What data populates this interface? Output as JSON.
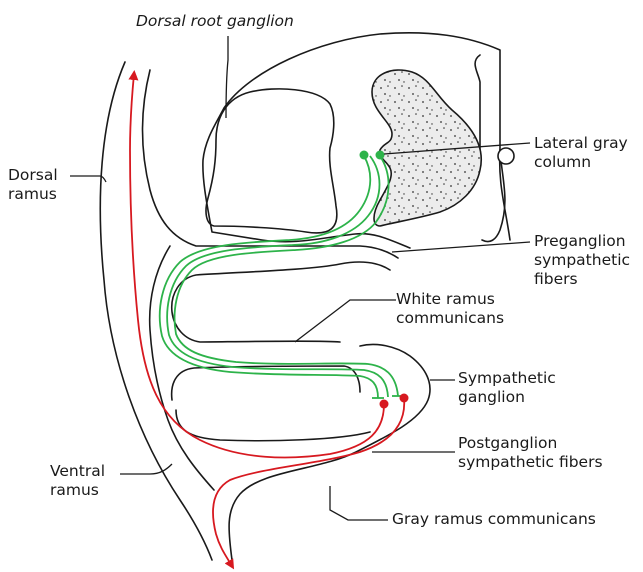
{
  "colors": {
    "preganglionic": "#2db34a",
    "postganglionic": "#d71920",
    "outline": "#1a1a1a",
    "gray_matter": "#e6e6e6"
  },
  "labels": {
    "dorsal_root_ganglion": "Dorsal root ganglion",
    "lateral_gray_column_1": "Lateral gray",
    "lateral_gray_column_2": "column",
    "dorsal_ramus_1": "Dorsal",
    "dorsal_ramus_2": "ramus",
    "preganglion_1": "Preganglion",
    "preganglion_2": "sympathetic",
    "preganglion_3": "fibers",
    "white_ramus_1": "White ramus",
    "white_ramus_2": "communicans",
    "sympathetic_ganglion_1": "Sympathetic",
    "sympathetic_ganglion_2": "ganglion",
    "postganglion_1": "Postganglion",
    "postganglion_2": "sympathetic fibers",
    "ventral_ramus_1": "Ventral",
    "ventral_ramus_2": "ramus",
    "gray_ramus": "Gray ramus communicans"
  }
}
